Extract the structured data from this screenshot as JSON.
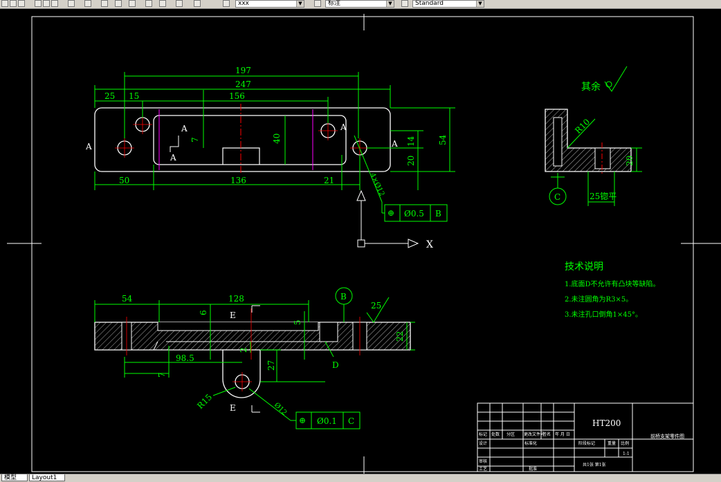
{
  "toolbar": {
    "layer_combo": "xxx",
    "style_combo": "标注",
    "textstyle_combo": "Standard"
  },
  "tabs": [
    "模型",
    "Layout1"
  ],
  "top_view": {
    "dims": {
      "d197": "197",
      "d247": "247",
      "d25": "25",
      "d15": "15",
      "d156": "156",
      "d7": "7",
      "d40": "40",
      "d14": "14",
      "d20": "20",
      "d54": "54",
      "d50": "50",
      "d136": "136",
      "d21": "21",
      "hole": "4×Ø12",
      "sec_a1": "A",
      "sec_a2": "A",
      "sec_a3": "A",
      "sec_a4": "A",
      "sec_a5": "A"
    },
    "tol_sym": "⊕",
    "tol_val": "Ø0.5",
    "tol_ref": "B"
  },
  "side_view": {
    "r10": "R10",
    "d20": "20",
    "d25": "25锪平",
    "datum": "C",
    "rest_label": "其余"
  },
  "ucs": {
    "x": "X"
  },
  "front_view": {
    "d54": "54",
    "d128": "128",
    "d6": "6",
    "d5": "5",
    "d22": "22",
    "d2": "2",
    "d27": "27",
    "d98": "98.5",
    "d7": "7",
    "sec_e1": "E",
    "sec_e2": "E",
    "r15": "R15",
    "hole": "Ø12",
    "datum": "B",
    "label_d": "D",
    "rough": "25",
    "tol_sym": "⊕",
    "tol_val": "Ø0.1",
    "tol_ref": "C"
  },
  "notes": {
    "title": "技术说明",
    "line1": "1.底面D不允许有凸块等缺陷。",
    "line2": "2.未注圆角为R3×5。",
    "line3": "3.未注孔口倒角1×45°。"
  },
  "title_block": {
    "material": "HT200",
    "drawing_name": "前桥支架零件图",
    "h_mark": "标记",
    "h_count": "处数",
    "h_zone": "分区",
    "h_doc": "更改文件号",
    "h_sign": "签名",
    "h_date": "年 月 日",
    "h_design": "设计",
    "h_std": "标准化",
    "h_stage": "阶段标记",
    "h_weight": "重量",
    "h_scale": "比例",
    "scale_val": "1:1",
    "h_review": "审核",
    "h_process": "工艺",
    "h_approve": "批准",
    "sheets": "共1张  第1张"
  },
  "colors": {
    "background": "#000000",
    "outline": "#ffffff",
    "dimension": "#00ff00",
    "center": "#ff0000",
    "hidden": "#ff00ff",
    "hatch": "#ffffff"
  }
}
